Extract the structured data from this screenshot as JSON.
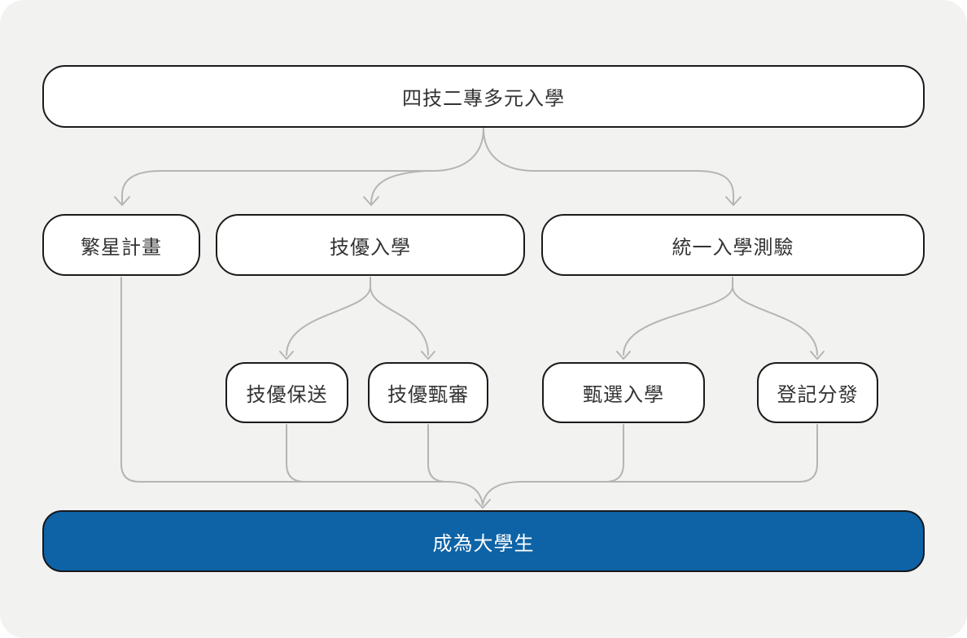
{
  "diagram": {
    "type": "flowchart",
    "nodes": {
      "root": {
        "label": "四技二專多元入學"
      },
      "star": {
        "label": "繁星計畫"
      },
      "tech": {
        "label": "技優入學"
      },
      "exam": {
        "label": "統一入學測驗"
      },
      "tr": {
        "label": "技優保送"
      },
      "ts": {
        "label": "技優甄審"
      },
      "sel": {
        "label": "甄選入學"
      },
      "reg": {
        "label": "登記分發"
      },
      "final": {
        "label": "成為大學生"
      }
    },
    "edges": [
      {
        "from": "四技二專多元入學",
        "to": "繁星計畫"
      },
      {
        "from": "四技二專多元入學",
        "to": "技優入學"
      },
      {
        "from": "四技二專多元入學",
        "to": "統一入學測驗"
      },
      {
        "from": "技優入學",
        "to": "技優保送"
      },
      {
        "from": "技優入學",
        "to": "技優甄審"
      },
      {
        "from": "統一入學測驗",
        "to": "甄選入學"
      },
      {
        "from": "統一入學測驗",
        "to": "登記分發"
      },
      {
        "from": "繁星計畫",
        "to": "成為大學生"
      },
      {
        "from": "技優保送",
        "to": "成為大學生"
      },
      {
        "from": "技優甄審",
        "to": "成為大學生"
      },
      {
        "from": "甄選入學",
        "to": "成為大學生"
      },
      {
        "from": "登記分發",
        "to": "成為大學生"
      }
    ],
    "colors": {
      "panel_background": "#f2f2f1",
      "node_background": "#ffffff",
      "node_border": "#1b1b1b",
      "node_text": "#333333",
      "final_background": "#0d63a6",
      "final_text": "#ffffff",
      "connector": "#b5b5b5"
    }
  }
}
